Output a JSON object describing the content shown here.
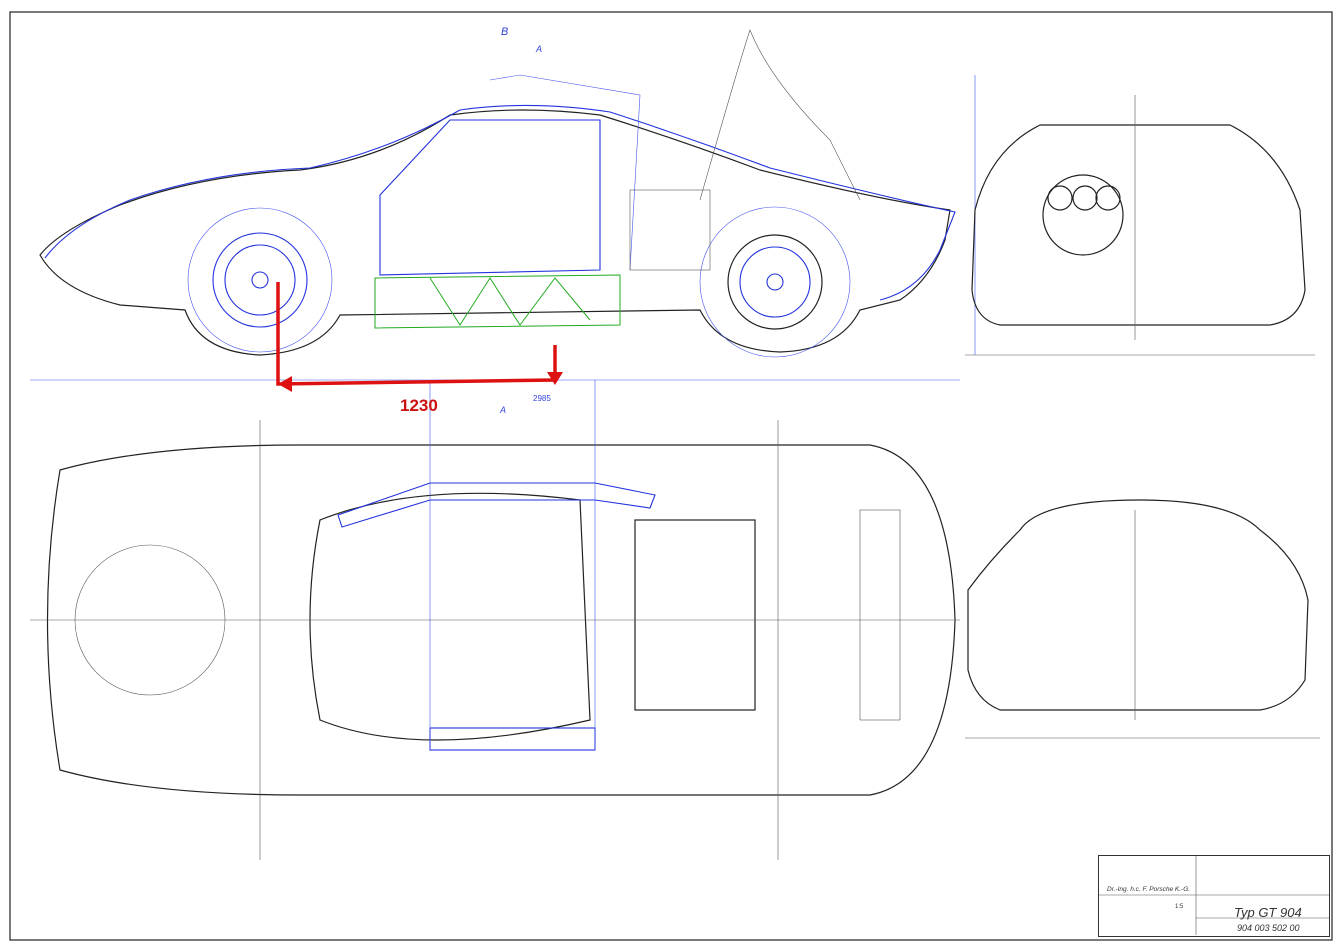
{
  "drawing": {
    "dimension_highlight": "1230",
    "dimension_total": "2985",
    "section_marks": {
      "b": "B",
      "a_top": "A",
      "a_bottom": "A"
    }
  },
  "title_block": {
    "company": "Dr.-Ing. h.c. F. Porsche K.-G.",
    "scale": "1:5",
    "title": "Typ GT 904",
    "drawing_number": "904 003 502 00"
  },
  "colors": {
    "overlay_blue": "#2233dd",
    "frame_green": "#22aa22",
    "dimension_red": "#dd1111"
  }
}
